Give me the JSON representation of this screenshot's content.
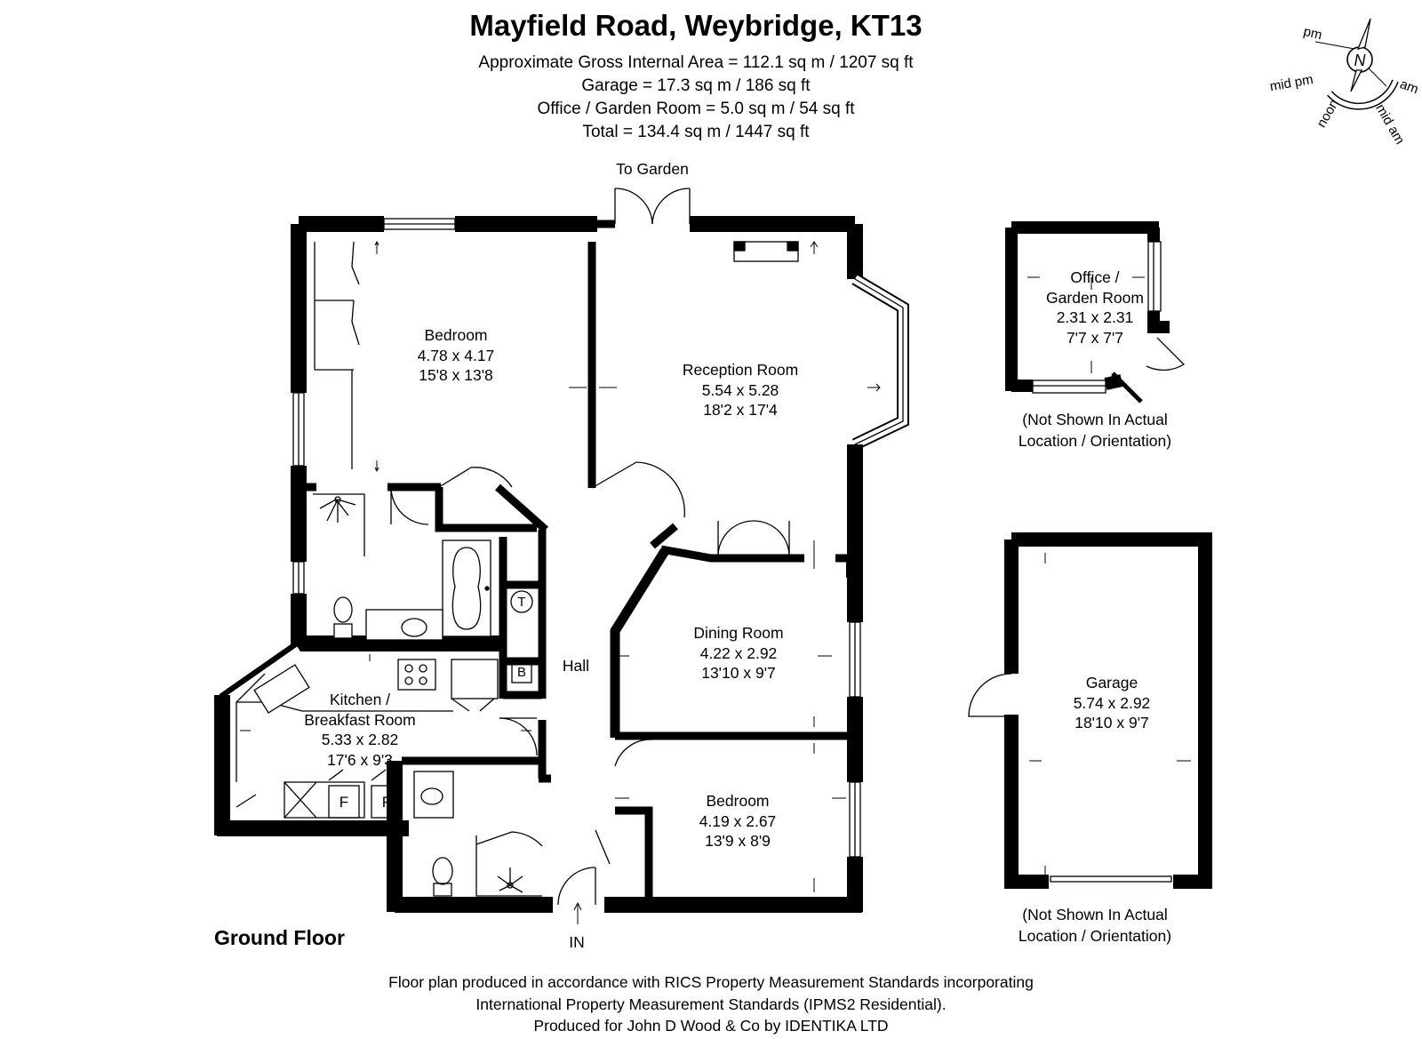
{
  "header": {
    "title": "Mayfield Road, Weybridge, KT13",
    "lines": [
      "Approximate Gross Internal Area = 112.1 sq m / 1207 sq ft",
      "Garage = 17.3 sq m / 186 sq ft",
      "Office / Garden Room = 5.0 sq m / 54 sq ft",
      "Total = 134.4 sq m / 1447 sq ft"
    ]
  },
  "compass": {
    "north": "N",
    "labels": [
      "pm",
      "mid pm",
      "am",
      "noon",
      "mid am"
    ]
  },
  "plan": {
    "floor_label": "Ground Floor",
    "to_garden": "To Garden",
    "entrance": "IN",
    "rooms": {
      "bedroom1": {
        "name": "Bedroom",
        "metric": "4.78 x 4.17",
        "imperial": "15'8 x 13'8"
      },
      "reception": {
        "name": "Reception Room",
        "metric": "5.54 x 5.28",
        "imperial": "18'2 x 17'4"
      },
      "dining": {
        "name": "Dining Room",
        "metric": "4.22 x 2.92",
        "imperial": "13'10 x 9'7"
      },
      "kitchen": {
        "name_line1": "Kitchen /",
        "name_line2": "Breakfast Room",
        "metric": "5.33 x 2.82",
        "imperial": "17'6 x 9'3"
      },
      "bedroom2": {
        "name": "Bedroom",
        "metric": "4.19 x 2.67",
        "imperial": "13'9 x 8'9"
      },
      "hall": {
        "name": "Hall"
      },
      "office": {
        "name_line1": "Office /",
        "name_line2": "Garden Room",
        "metric": "2.31 x 2.31",
        "imperial": "7'7 x 7'7"
      },
      "garage": {
        "name": "Garage",
        "metric": "5.74 x 2.92",
        "imperial": "18'10 x 9'7"
      }
    },
    "fixtures": {
      "boiler": "B",
      "tank": "T",
      "fridge1": "F",
      "fridge2": "F"
    },
    "office_note": [
      "(Not Shown In Actual",
      "Location / Orientation)"
    ],
    "garage_note": [
      "(Not Shown In Actual",
      "Location / Orientation)"
    ]
  },
  "footer": [
    "Floor plan produced in accordance with RICS Property Measurement Standards incorporating",
    "International Property Measurement Standards (IPMS2 Residential).",
    "Produced for John D Wood & Co by IDENTIKA LTD"
  ]
}
